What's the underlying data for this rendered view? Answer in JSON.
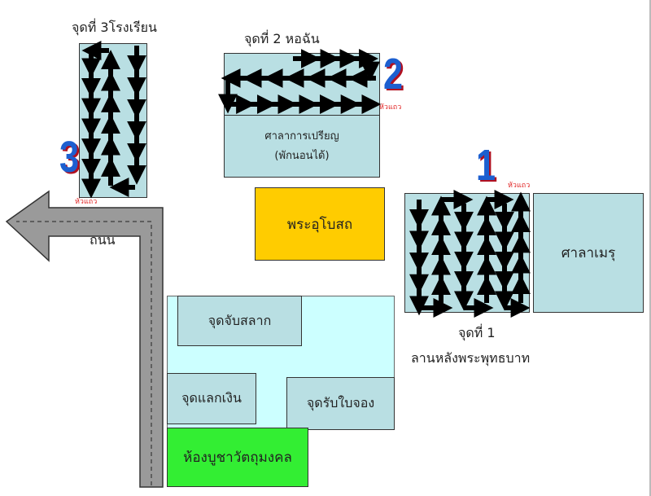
{
  "zone3": {
    "title": "จุดที่ 3โรงเรียน",
    "number": "3",
    "head": "หัวแถว"
  },
  "zone2": {
    "title": "จุดที่ 2 หอฉัน",
    "number": "2",
    "head": "หัวแถว",
    "hall_line1": "ศาลาการเปรียญ",
    "hall_line2": "(พักนอนได้)"
  },
  "zone1": {
    "title": "จุดที่ 1",
    "subtitle": "ลานหลังพระพุทธบาท",
    "number": "1",
    "head": "หัวแถว"
  },
  "ubosot": "พระอุโบสถ",
  "meru": "ศาลาเมรุ",
  "road": "ถนน",
  "booths": {
    "lottery": "จุดจับสลาก",
    "exchange": "จุดแลกเงิน",
    "booking": "จุดรับใบจอง",
    "amulet": "ห้องบูชาวัตถุมงคล"
  },
  "colors": {
    "box": "#b9dfe3",
    "ubosot": "#ffcc00",
    "area": "#ccffff",
    "amulet": "#33ee33",
    "road": "#9a9a9a",
    "number": "#1c5fd0"
  }
}
